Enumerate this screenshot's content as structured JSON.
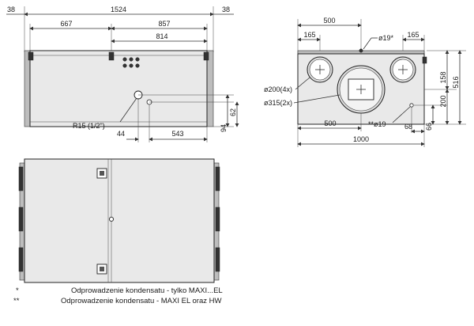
{
  "top_view": {
    "overall_width": "1524",
    "left_flange": "38",
    "right_flange": "38",
    "left_section": "667",
    "right_section": "857",
    "inner_section": "814",
    "drain_label": "R15 (1/2\")",
    "offset_44": "44",
    "offset_543": "543",
    "height_94": "94",
    "height_62": "62"
  },
  "end_view": {
    "spacing_500_top": "500",
    "left_165": "165",
    "right_165": "165",
    "hole_19_top": "ø19*",
    "duct_200": "ø200(4x)",
    "duct_315": "ø315(2x)",
    "spacing_500_bottom": "500",
    "hole_19_bottom": "**ø19",
    "offset_68": "68",
    "height_66": "66",
    "height_200": "200",
    "height_158": "158",
    "height_516": "516",
    "overall_width": "1000"
  },
  "notes": [
    {
      "marker": "*",
      "text": "Odprowadzenie kondensatu - tylko MAXI...EL"
    },
    {
      "marker": "**",
      "text": "Odprowadzenie kondensatu - MAXI EL oraz HW"
    }
  ]
}
